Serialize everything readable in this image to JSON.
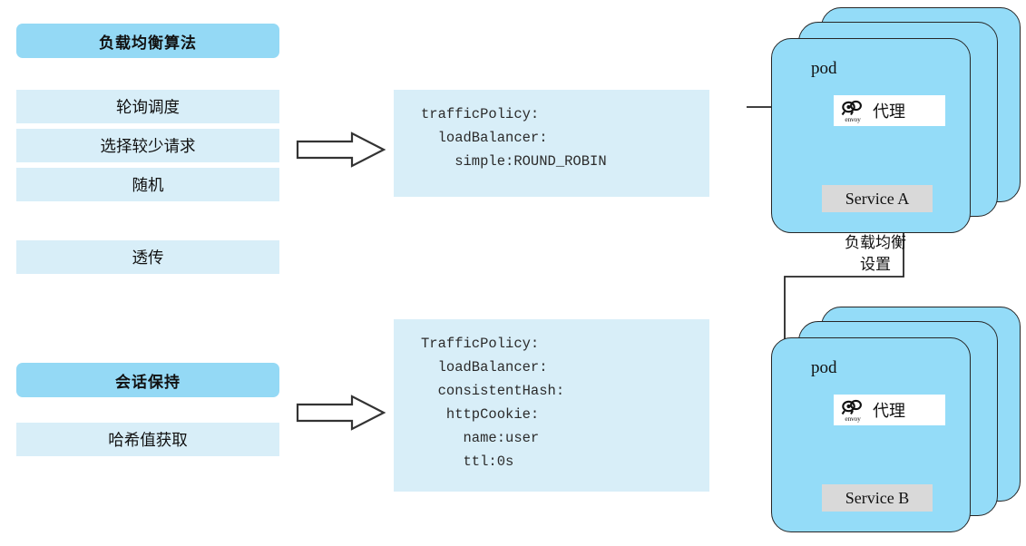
{
  "diagram": {
    "title": "Istio load balancing and session affinity diagram",
    "colors": {
      "header_blue": "#94d9f5",
      "item_blue": "#d8eef8",
      "pod_blue": "#94dcf8",
      "service_gray": "#d9d9d9",
      "line": "#262626"
    }
  },
  "left_panel": {
    "groups": [
      {
        "header": "负载均衡算法",
        "items": [
          "轮询调度",
          "选择较少请求",
          "随机",
          "透传"
        ]
      },
      {
        "header": "会话保持",
        "items": [
          "哈希值获取"
        ]
      }
    ]
  },
  "arrows": {
    "top": {
      "name": "block-arrow-to-traffic-policy"
    },
    "bottom": {
      "name": "block-arrow-to-consistent-hash"
    }
  },
  "code_blocks": [
    {
      "name": "traffic-policy-round-robin",
      "lines": [
        "trafficPolicy:",
        "  loadBalancer:",
        "    simple:ROUND_ROBIN"
      ]
    },
    {
      "name": "traffic-policy-consistent-hash",
      "lines": [
        "TrafficPolicy:",
        "  loadBalancer:",
        "  consistentHash:",
        "   httpCookie:",
        "     name:user",
        "     ttl:0s"
      ]
    }
  ],
  "pods": [
    {
      "name": "pod-service-a",
      "pod_label": "pod",
      "proxy_label": "代理",
      "proxy_logo_word": "envoy",
      "service_label": "Service A"
    },
    {
      "name": "pod-service-b",
      "pod_label": "pod",
      "proxy_label": "代理",
      "proxy_logo_word": "envoy",
      "service_label": "Service B"
    }
  ],
  "connector": {
    "label_line1": "负载均衡",
    "label_line2": "设置"
  }
}
